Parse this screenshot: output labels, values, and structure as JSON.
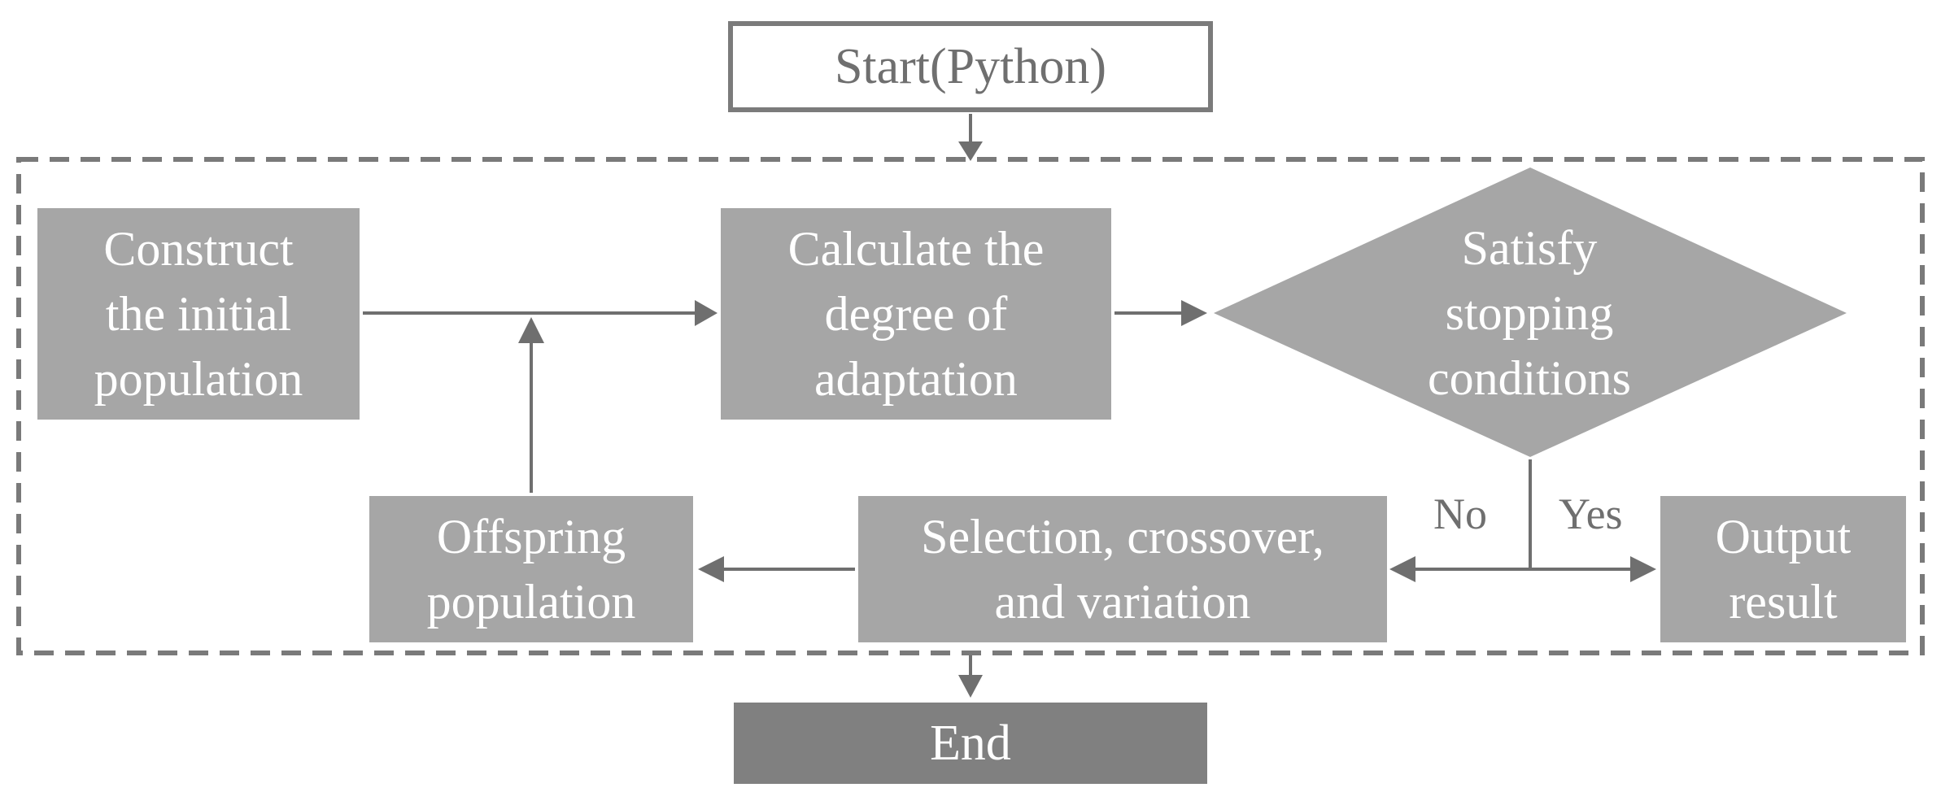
{
  "nodes": {
    "start": "Start(Python)",
    "construct": "Construct\nthe initial\npopulation",
    "calculate": "Calculate the\ndegree of\nadaptation",
    "satisfy": "Satisfy\nstopping\nconditions",
    "selection": "Selection, crossover,\nand variation",
    "offspring": "Offspring\npopulation",
    "output": "Output\nresult",
    "end": "End"
  },
  "edge_labels": {
    "no": "No",
    "yes": "Yes"
  },
  "colors": {
    "box_fill": "#a6a6a6",
    "end_fill": "#808080",
    "line": "#6f6f6f",
    "text_light": "#ffffff"
  }
}
